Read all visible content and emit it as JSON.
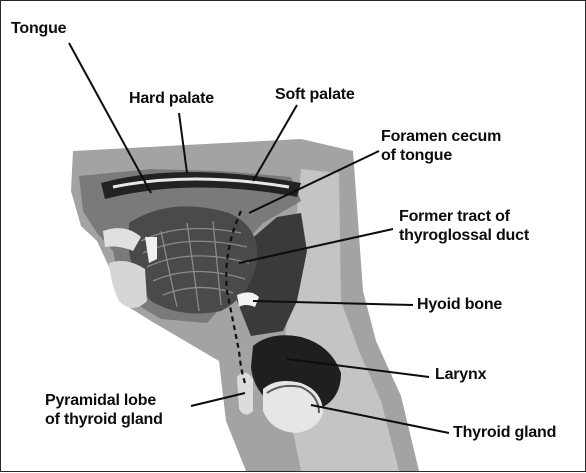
{
  "labels": {
    "tongue": "Tongue",
    "hard_palate": "Hard palate",
    "soft_palate": "Soft palate",
    "foramen_cecum_line1": "Foramen cecum",
    "foramen_cecum_line2": "of tongue",
    "former_tract_line1": "Former tract of",
    "former_tract_line2": "thyroglossal duct",
    "hyoid_bone": "Hyoid bone",
    "larynx": "Larynx",
    "pyramidal_lobe_line1": "Pyramidal lobe",
    "pyramidal_lobe_line2": "of thyroid gland",
    "thyroid_gland": "Thyroid gland"
  },
  "colors": {
    "background": "#ffffff",
    "tissue_light": "#9a9a9a",
    "tissue_mid": "#6e6e6e",
    "tissue_dark": "#2c2c2c",
    "ink": "#0d0d0d"
  }
}
